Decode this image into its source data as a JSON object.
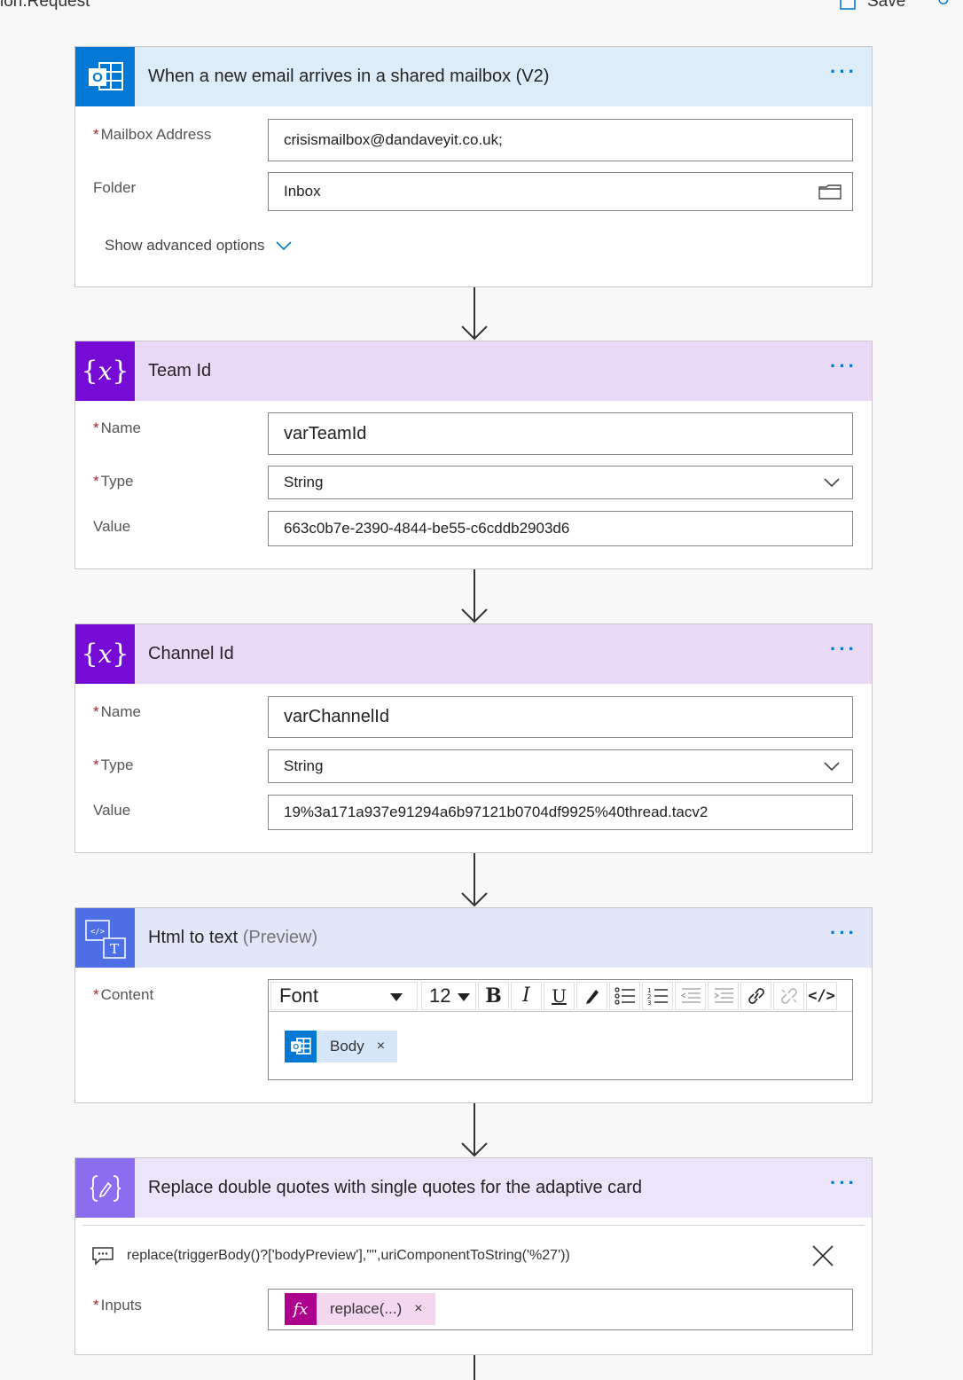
{
  "header": {
    "flow_title": "ion.Request",
    "save_label": "Save"
  },
  "cards": {
    "trigger": {
      "title": "When a new email arrives in a shared mailbox (V2)",
      "icon": "outlook-icon",
      "color": "#0078d4",
      "header_bg": "#dcecf9",
      "fields": {
        "mailbox_label": "Mailbox Address",
        "mailbox_value": "crisismailbox@dandaveyit.co.uk;",
        "folder_label": "Folder",
        "folder_value": "Inbox"
      },
      "advanced_label": "Show advanced options"
    },
    "team": {
      "title": "Team Id",
      "icon": "variable-icon",
      "color": "#770bd6",
      "header_bg": "#ead9f6",
      "fields": {
        "name_label": "Name",
        "name_value": "varTeamId",
        "type_label": "Type",
        "type_value": "String",
        "value_label": "Value",
        "value_value": "663c0b7e-2390-4844-be55-c6cddb2903d6"
      }
    },
    "channel": {
      "title": "Channel Id",
      "icon": "variable-icon",
      "color": "#770bd6",
      "header_bg": "#ead9f6",
      "fields": {
        "name_label": "Name",
        "name_value": "varChannelId",
        "type_label": "Type",
        "type_value": "String",
        "value_label": "Value",
        "value_value": "19%3a171a937e91294a6b97121b0704df9925%40thread.tacv2"
      }
    },
    "html": {
      "title": "Html to text",
      "title_suffix": "(Preview)",
      "icon": "html-to-text-icon",
      "color": "#4e6ee6",
      "header_bg": "#e2e6f9",
      "content_label": "Content",
      "toolbar": {
        "font": "Font",
        "size": "12"
      },
      "token_label": "Body"
    },
    "compose": {
      "title": "Replace double quotes with single quotes for the adaptive card",
      "icon": "compose-icon",
      "color": "#8c6cef",
      "header_bg": "#ece4fb",
      "expression": "replace(triggerBody()?['bodyPreview'],'\"',uriComponentToString('%27'))",
      "inputs_label": "Inputs",
      "token_label": "replace(...)"
    }
  },
  "required_mark": "*"
}
